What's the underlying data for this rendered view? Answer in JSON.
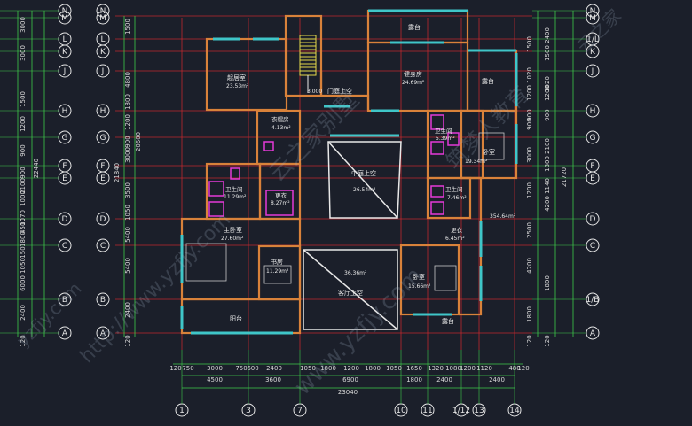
{
  "axes": {
    "rows_left": [
      "N",
      "M",
      "L",
      "K",
      "J",
      "H",
      "G",
      "F",
      "E",
      "D",
      "C",
      "B",
      "A"
    ],
    "rows_right": [
      "N",
      "M",
      "1/L",
      "K",
      "J",
      "H",
      "G",
      "F",
      "E",
      "D",
      "C",
      "1/B",
      "A"
    ],
    "cols_bottom": [
      "1",
      "3",
      "7",
      "10",
      "11",
      "1/12",
      "13",
      "14"
    ]
  },
  "dims": {
    "left_outer": [
      "3000",
      "3000",
      "1500",
      "1200",
      "900",
      "900",
      "2100",
      "1000",
      "1070",
      "4500",
      "1800",
      "150",
      "1050",
      "6000",
      "2400",
      "120"
    ],
    "left_total_outer": "22440",
    "left_inner": [
      "1500",
      "4800",
      "1800",
      "1200",
      "900",
      "3000",
      "3500",
      "1050",
      "5400",
      "5400",
      "2400",
      "120"
    ],
    "left_total_inner": "21840",
    "left_inner_mid": "20600",
    "right_outer": [
      "2400",
      "1500",
      "1020",
      "1200",
      "900",
      "2100",
      "1800",
      "1140",
      "4200",
      "1800",
      "120"
    ],
    "right_inner": [
      "1500",
      "1020",
      "1200",
      "900",
      "900",
      "3000",
      "1200",
      "2500",
      "4200",
      "1800",
      "120"
    ],
    "right_total": "21720",
    "bottom_row1": [
      "120",
      "750",
      "3000",
      "750",
      "600",
      "2400",
      "1050",
      "1800",
      "1200",
      "1800",
      "1050",
      "1650",
      "1320",
      "1080",
      "1200",
      "1120",
      "480",
      "120"
    ],
    "bottom_row2": [
      "4500",
      "3600",
      "6900",
      "1800",
      "2400",
      "2400"
    ],
    "bottom_total": "23040"
  },
  "rooms": {
    "terrace_top": "露台",
    "balcony_top": "露台",
    "bedroom_nw": "起居室",
    "bedroom_nw_area": "23.53m²",
    "gym": "健身房",
    "gym_area": "24.69m²",
    "courtyard_void": "门庭上空",
    "stair_level": "3.000",
    "store": "衣帽房",
    "store_area": "4.13m²",
    "bath_n": "卫生间",
    "bath_n_area": "5.39m²",
    "bedroom_e": "卧室",
    "bedroom_e_area": "19.34m²",
    "atrium": "中庭上空",
    "atrium_area": "26.54m²",
    "bath_w": "卫生间",
    "bath_w_area": "11.29m²",
    "closet_w": "更衣",
    "closet_w_area": "8.27m²",
    "bath_e": "卫生间",
    "bath_e_area": "7.46m²",
    "corridor_area": "354.64m²",
    "closet_e": "更衣",
    "closet_e_area": "6.45m²",
    "master": "主卧室",
    "master_area": "27.60m²",
    "study": "书房",
    "study_area": "11.29m²",
    "living_void_area": "36.36m²",
    "living_void": "客厅上空",
    "bedroom_se": "卧室",
    "bedroom_se_area": "15.66m²",
    "balcony_sw": "阳台",
    "terrace_se": "露台"
  },
  "watermarks": [
    "http://www.yzfjy.com",
    "云之家别墅",
    "筑梦人教育",
    "www.yzfjy.com",
    "云之家",
    "yzfjy.com"
  ]
}
